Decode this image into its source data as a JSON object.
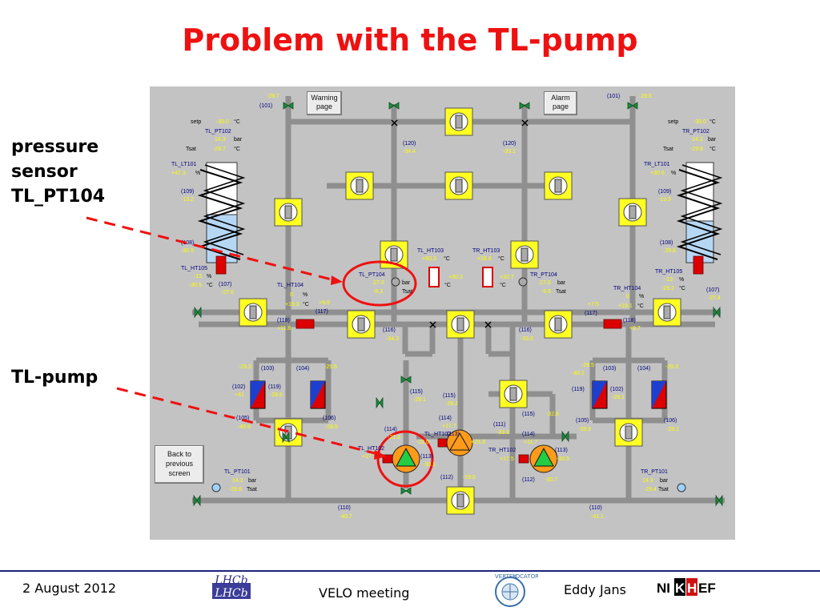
{
  "slide": {
    "title": "Problem with the TL-pump",
    "callout_sensor": [
      "pressure",
      "sensor",
      "TL_PT104"
    ],
    "callout_pump": "TL-pump"
  },
  "panel": {
    "buttons": {
      "warning": [
        "Warning",
        "page"
      ],
      "alarm": [
        "Alarm",
        "page"
      ],
      "back": [
        "Back to",
        "previous",
        "screen"
      ]
    },
    "labels": [
      [
        "-29.7",
        333,
        122,
        "#ffff00"
      ],
      [
        "(101)",
        324,
        134,
        "#000080"
      ],
      [
        "(101)",
        758,
        122,
        "#000080"
      ],
      [
        "-29.5",
        798,
        122,
        "#ffff00"
      ],
      [
        "setp",
        238,
        154,
        "#000"
      ],
      [
        "-30.0",
        270,
        154,
        "#ffff00"
      ],
      [
        "°C",
        292,
        154,
        "#000"
      ],
      [
        "TL_PT102",
        256,
        166,
        "#000080"
      ],
      [
        "14.3",
        268,
        176,
        "#ffff00"
      ],
      [
        "bar",
        292,
        176,
        "#000"
      ],
      [
        "Tsat",
        232,
        188,
        "#000"
      ],
      [
        "-29.7",
        266,
        188,
        "#ffff00"
      ],
      [
        "°C",
        292,
        188,
        "#000"
      ],
      [
        "setp",
        834,
        154,
        "#000"
      ],
      [
        "-30.0",
        866,
        154,
        "#ffff00"
      ],
      [
        "°C",
        886,
        154,
        "#000"
      ],
      [
        "TR_PT102",
        852,
        166,
        "#000080"
      ],
      [
        "14.3",
        864,
        176,
        "#ffff00"
      ],
      [
        "bar",
        884,
        176,
        "#000"
      ],
      [
        "Tsat",
        828,
        188,
        "#000"
      ],
      [
        "-29.8",
        862,
        188,
        "#ffff00"
      ],
      [
        "°C",
        886,
        188,
        "#000"
      ],
      [
        "TL_LT101",
        214,
        207,
        "#000080"
      ],
      [
        "+47.3",
        214,
        218,
        "#ffff00"
      ],
      [
        "%",
        244,
        218,
        "#000"
      ],
      [
        "TR_LT101",
        804,
        207,
        "#000080"
      ],
      [
        "+30.6",
        812,
        218,
        "#ffff00"
      ],
      [
        "%",
        838,
        218,
        "#000"
      ],
      [
        "(109)",
        226,
        241,
        "#000080"
      ],
      [
        "-13.2",
        226,
        251,
        "#ffff00"
      ],
      [
        "(109)",
        822,
        241,
        "#000080"
      ],
      [
        "-13.5",
        822,
        251,
        "#ffff00"
      ],
      [
        "(120)",
        503,
        181,
        "#000080"
      ],
      [
        "-34.4",
        503,
        191,
        "#ffff00"
      ],
      [
        "(120)",
        628,
        181,
        "#000080"
      ],
      [
        "-33.1",
        628,
        191,
        "#ffff00"
      ],
      [
        "(108)",
        226,
        305,
        "#000080"
      ],
      [
        "-30.5",
        226,
        315,
        "#ffff00"
      ],
      [
        "(108)",
        824,
        305,
        "#000080"
      ],
      [
        "-29.8",
        828,
        315,
        "#ffff00"
      ],
      [
        "TL_HT103",
        521,
        315,
        "#000080"
      ],
      [
        "+60.3",
        527,
        325,
        "#ffff00"
      ],
      [
        "°C",
        554,
        325,
        "#000"
      ],
      [
        "TR_HT103",
        590,
        315,
        "#000080"
      ],
      [
        "+28.6",
        596,
        325,
        "#ffff00"
      ],
      [
        "°C",
        622,
        325,
        "#000"
      ],
      [
        "TL_HT105",
        226,
        337,
        "#000080"
      ],
      [
        "-13",
        242,
        347,
        "#ffff00"
      ],
      [
        "%",
        258,
        347,
        "#000"
      ],
      [
        "-30.5",
        236,
        358,
        "#ffff00"
      ],
      [
        "°C",
        258,
        358,
        "#000"
      ],
      [
        "TR_HT105",
        818,
        341,
        "#000080"
      ],
      [
        "-13",
        830,
        351,
        "#ffff00"
      ],
      [
        "%",
        848,
        351,
        "#000"
      ],
      [
        "-29.2",
        826,
        362,
        "#ffff00"
      ],
      [
        "°C",
        848,
        362,
        "#000"
      ],
      [
        "TL_PT104",
        448,
        345,
        "#000080"
      ],
      [
        "27.0",
        466,
        355,
        "#ffff00"
      ],
      [
        "bar",
        502,
        355,
        "#000"
      ],
      [
        "-9.3",
        466,
        366,
        "#ffff00"
      ],
      [
        "Tsat",
        502,
        366,
        "#000"
      ],
      [
        "TR_PT104",
        662,
        345,
        "#000080"
      ],
      [
        "27.0",
        674,
        355,
        "#ffff00"
      ],
      [
        "bar",
        696,
        355,
        "#000"
      ],
      [
        "-9.6",
        676,
        366,
        "#ffff00"
      ],
      [
        "Tsat",
        694,
        366,
        "#000"
      ],
      [
        "+30.3",
        560,
        348,
        "#ffff00"
      ],
      [
        "°C",
        555,
        358,
        "#000"
      ],
      [
        "+30.7",
        624,
        348,
        "#ffff00"
      ],
      [
        "°C",
        624,
        358,
        "#000"
      ],
      [
        "(107)",
        273,
        357,
        "#000080"
      ],
      [
        "-27.6",
        276,
        367,
        "#ffff00"
      ],
      [
        "(107)",
        882,
        364,
        "#000080"
      ],
      [
        "-27.4",
        884,
        374,
        "#ffff00"
      ],
      [
        "TL_HT104",
        346,
        358,
        "#000080"
      ],
      [
        "0",
        362,
        370,
        "#ffff00"
      ],
      [
        "%",
        378,
        370,
        "#000"
      ],
      [
        "+19.3",
        356,
        382,
        "#ffff00"
      ],
      [
        "°C",
        378,
        382,
        "#000"
      ],
      [
        "TR_HT104",
        766,
        362,
        "#000080"
      ],
      [
        "0",
        782,
        372,
        "#ffff00"
      ],
      [
        "%",
        798,
        372,
        "#000"
      ],
      [
        "+19.1",
        772,
        384,
        "#ffff00"
      ],
      [
        "°C",
        796,
        384,
        "#000"
      ],
      [
        "+9.9",
        398,
        380,
        "#ffff00"
      ],
      [
        "(117)",
        394,
        391,
        "#000080"
      ],
      [
        "+7.5",
        734,
        382,
        "#ffff00"
      ],
      [
        "(117)",
        730,
        393,
        "#000080"
      ],
      [
        "(118)",
        346,
        402,
        "#000080"
      ],
      [
        "+11.8",
        346,
        412,
        "#ffff00"
      ],
      [
        "(118)",
        778,
        402,
        "#000080"
      ],
      [
        "+9.7",
        786,
        412,
        "#ffff00"
      ],
      [
        "(116)",
        478,
        414,
        "#000080"
      ],
      [
        "-34.3",
        482,
        425,
        "#ffff00"
      ],
      [
        "(116)",
        648,
        414,
        "#000080"
      ],
      [
        "-33.0",
        650,
        425,
        "#ffff00"
      ],
      [
        "-29.3",
        298,
        460,
        "#ffff00"
      ],
      [
        "(103)",
        326,
        462,
        "#000080"
      ],
      [
        "(104)",
        370,
        462,
        "#000080"
      ],
      [
        "-29.5",
        405,
        460,
        "#ffff00"
      ],
      [
        "-29.5",
        726,
        458,
        "#ffff00"
      ],
      [
        "-40.2",
        714,
        468,
        "#ffff00"
      ],
      [
        "(103)",
        753,
        462,
        "#000080"
      ],
      [
        "(104)",
        796,
        462,
        "#000080"
      ],
      [
        "-29.3",
        831,
        460,
        "#ffff00"
      ],
      [
        "(102)",
        290,
        485,
        "#000080"
      ],
      [
        "+41",
        293,
        495,
        "#ffff00"
      ],
      [
        "(119)",
        335,
        485,
        "#000080"
      ],
      [
        "-28.6",
        337,
        495,
        "#ffff00"
      ],
      [
        "(119)",
        714,
        488,
        "#000080"
      ],
      [
        "(102)",
        762,
        488,
        "#000080"
      ],
      [
        "-28.1",
        764,
        498,
        "#ffff00"
      ],
      [
        "(115)",
        512,
        491,
        "#000080"
      ],
      [
        "-29.1",
        516,
        501,
        "#ffff00"
      ],
      [
        "(115)",
        553,
        496,
        "#000080"
      ],
      [
        "-29.2",
        556,
        506,
        "#ffff00"
      ],
      [
        "(115)",
        652,
        519,
        "#000080"
      ],
      [
        "-32.8",
        682,
        519,
        "#ffff00"
      ],
      [
        "(105)",
        295,
        524,
        "#000080"
      ],
      [
        "-40.9",
        297,
        535,
        "#ffff00"
      ],
      [
        "(106)",
        403,
        524,
        "#000080"
      ],
      [
        "-28.5",
        406,
        535,
        "#ffff00"
      ],
      [
        "(105)",
        719,
        527,
        "#000080"
      ],
      [
        "-39.9",
        722,
        538,
        "#ffff00"
      ],
      [
        "(106)",
        829,
        527,
        "#000080"
      ],
      [
        "-28.1",
        832,
        538,
        "#ffff00"
      ],
      [
        "(114)",
        548,
        524,
        "#000080"
      ],
      [
        "+17.7",
        552,
        534,
        "#ffff00"
      ],
      [
        "(111)",
        616,
        532,
        "#000080"
      ],
      [
        "-33.3",
        620,
        542,
        "#ffff00"
      ],
      [
        "(114)",
        480,
        538,
        "#000080"
      ],
      [
        "-21.3",
        484,
        548,
        "#ffff00"
      ],
      [
        "(114)",
        652,
        544,
        "#000080"
      ],
      [
        "+11.7",
        654,
        554,
        "#ffff00"
      ],
      [
        "TL_HT102",
        530,
        544,
        "#000080"
      ],
      [
        "-22.0",
        520,
        554,
        "#ffff00"
      ],
      [
        "(113)",
        558,
        544,
        "#000080"
      ],
      [
        "+23.3",
        588,
        554,
        "#ffff00"
      ],
      [
        "TL_HT102",
        447,
        562,
        "#000080"
      ],
      [
        "+17.7",
        452,
        572,
        "#ffff00"
      ],
      [
        "(113)",
        525,
        572,
        "#000080"
      ],
      [
        "-30.1",
        528,
        582,
        "#ffff00"
      ],
      [
        "TR_HT102",
        610,
        564,
        "#000080"
      ],
      [
        "+17.5",
        624,
        575,
        "#ffff00"
      ],
      [
        "(113)",
        693,
        564,
        "#000080"
      ],
      [
        "-30.5",
        695,
        575,
        "#ffff00"
      ],
      [
        "TL_PT101",
        280,
        591,
        "#000080"
      ],
      [
        "14.2",
        290,
        602,
        "#ffff00"
      ],
      [
        "bar",
        310,
        602,
        "#000"
      ],
      [
        "-29.8",
        286,
        613,
        "#ffff00"
      ],
      [
        "Tsat",
        308,
        613,
        "#000"
      ],
      [
        "TR_PT101",
        800,
        591,
        "#000080"
      ],
      [
        "14.3",
        802,
        602,
        "#ffff00"
      ],
      [
        "bar",
        824,
        602,
        "#000"
      ],
      [
        "-29.4",
        804,
        613,
        "#ffff00"
      ],
      [
        "Tsat",
        822,
        613,
        "#000"
      ],
      [
        "(112)",
        550,
        598,
        "#000080"
      ],
      [
        "-29.5",
        578,
        598,
        "#ffff00"
      ],
      [
        "(112)",
        652,
        601,
        "#000080"
      ],
      [
        "-30.7",
        680,
        601,
        "#ffff00"
      ],
      [
        "(110)",
        422,
        636,
        "#000080"
      ],
      [
        "-40.7",
        424,
        647,
        "#ffff00"
      ],
      [
        "(110)",
        736,
        636,
        "#000080"
      ],
      [
        "-41.1",
        738,
        647,
        "#ffff00"
      ]
    ]
  },
  "footer": {
    "date": "2 August 2012",
    "meeting": "VELO meeting",
    "author": "Eddy Jans",
    "logo_lhcb": "LHCb",
    "logo_velo": [
      "VERTEX",
      "LOCATOR"
    ],
    "logo_nikhef": [
      "NI",
      "K",
      "H",
      "EF"
    ]
  },
  "colors": {
    "title": "#ee1111",
    "callout_arrow": "#ee1111",
    "panel_bg": "#c3c3c3",
    "pipe": "#8f8f8f",
    "valve": "#1e8c3c",
    "heater": "#dd0000",
    "exchanger_blue": "#1d3fcf",
    "pump_orange": "#ff9a1a",
    "pump_green": "#22cc44",
    "sensor_yellow": "#ffff00",
    "sensor_label": "#000080"
  }
}
